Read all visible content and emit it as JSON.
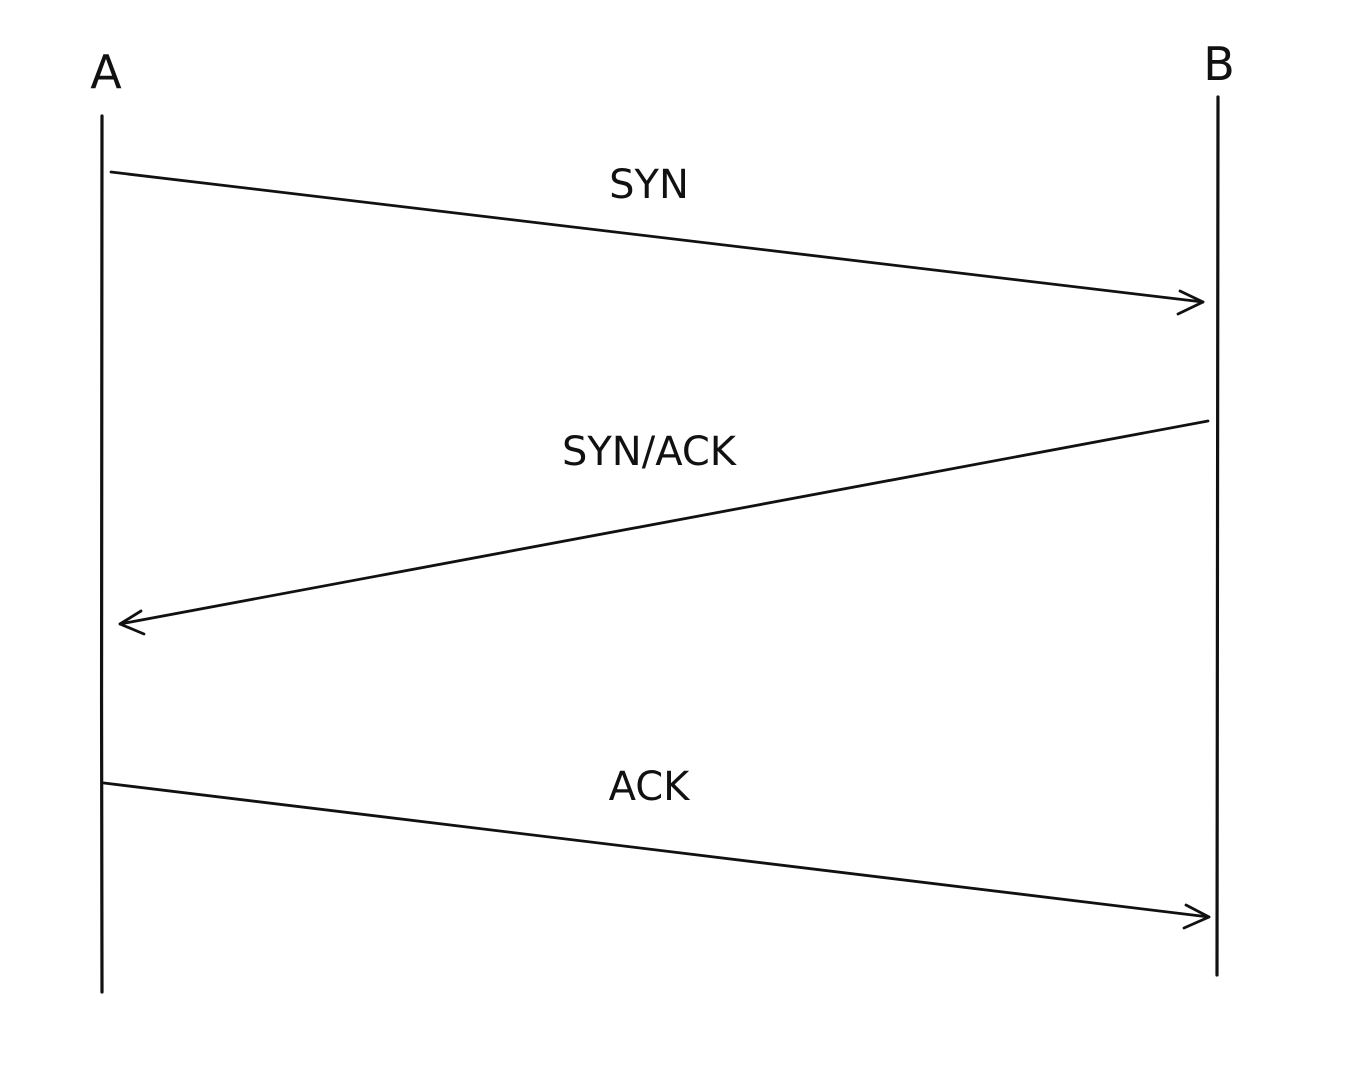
{
  "participants": [
    {
      "id": "A",
      "label": "A"
    },
    {
      "id": "B",
      "label": "B"
    }
  ],
  "messages": [
    {
      "label": "SYN",
      "from": "A",
      "to": "B"
    },
    {
      "label": "SYN/ACK",
      "from": "B",
      "to": "A"
    },
    {
      "label": "ACK",
      "from": "A",
      "to": "B"
    }
  ],
  "colors": {
    "stroke": "#111111",
    "background": "#ffffff"
  }
}
